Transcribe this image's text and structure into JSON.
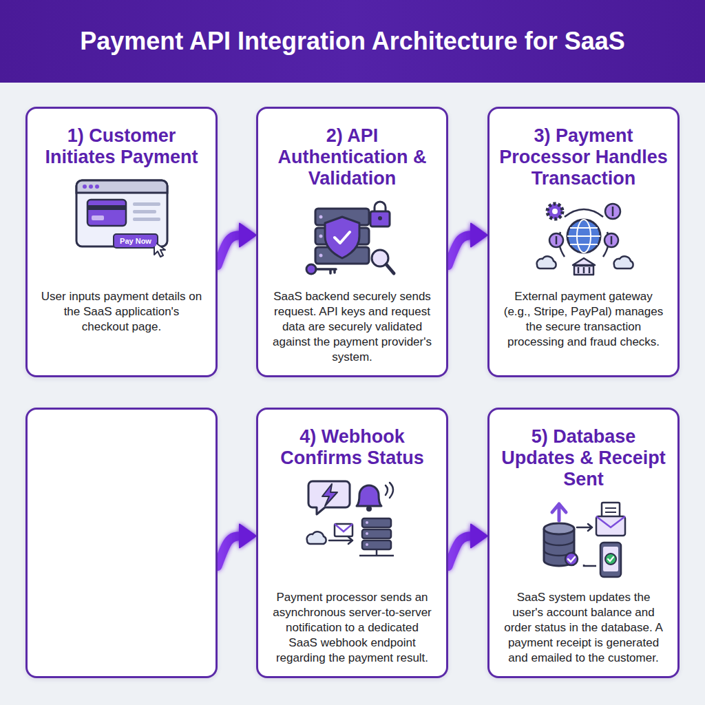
{
  "diagram": {
    "title": "Payment API Integration Architecture for SaaS",
    "nodes": [
      {
        "text": [
          "1) Customer Initiates Payment",
          "User inputs payment details on the SaaS application's checkout page."
        ]
      },
      {
        "text": [
          "2) API Authentication & Validation",
          "SaaS backend securely sends request. API keys and request data are securely validated against the payment provider's system."
        ]
      },
      {
        "text": [
          "3) Payment Processor Handles Transaction",
          "External payment gateway (e.g., Stripe, PayPal) manages the secure transaction processing and fraud checks."
        ]
      },
      {
        "text": [
          "4) Webhook Confirms Status",
          "Payment processor sends an asynchronous server-to-server notification to a dedicated SaaS webhook endpoint regarding the payment result."
        ]
      },
      {
        "text": [
          "5) Database Updates & Receipt Sent",
          "SaaS system updates the user's account balance and order status in the database. A payment receipt is generated and emailed to the customer."
        ]
      }
    ],
    "edges": [
      {
        "from": 0,
        "to": 1,
        "arrow": "to"
      },
      {
        "from": 1,
        "to": 2,
        "arrow": "to"
      },
      {
        "from": 3,
        "to": 4,
        "arrow": "to"
      }
    ],
    "labels": [
      "Pay Now"
    ]
  }
}
